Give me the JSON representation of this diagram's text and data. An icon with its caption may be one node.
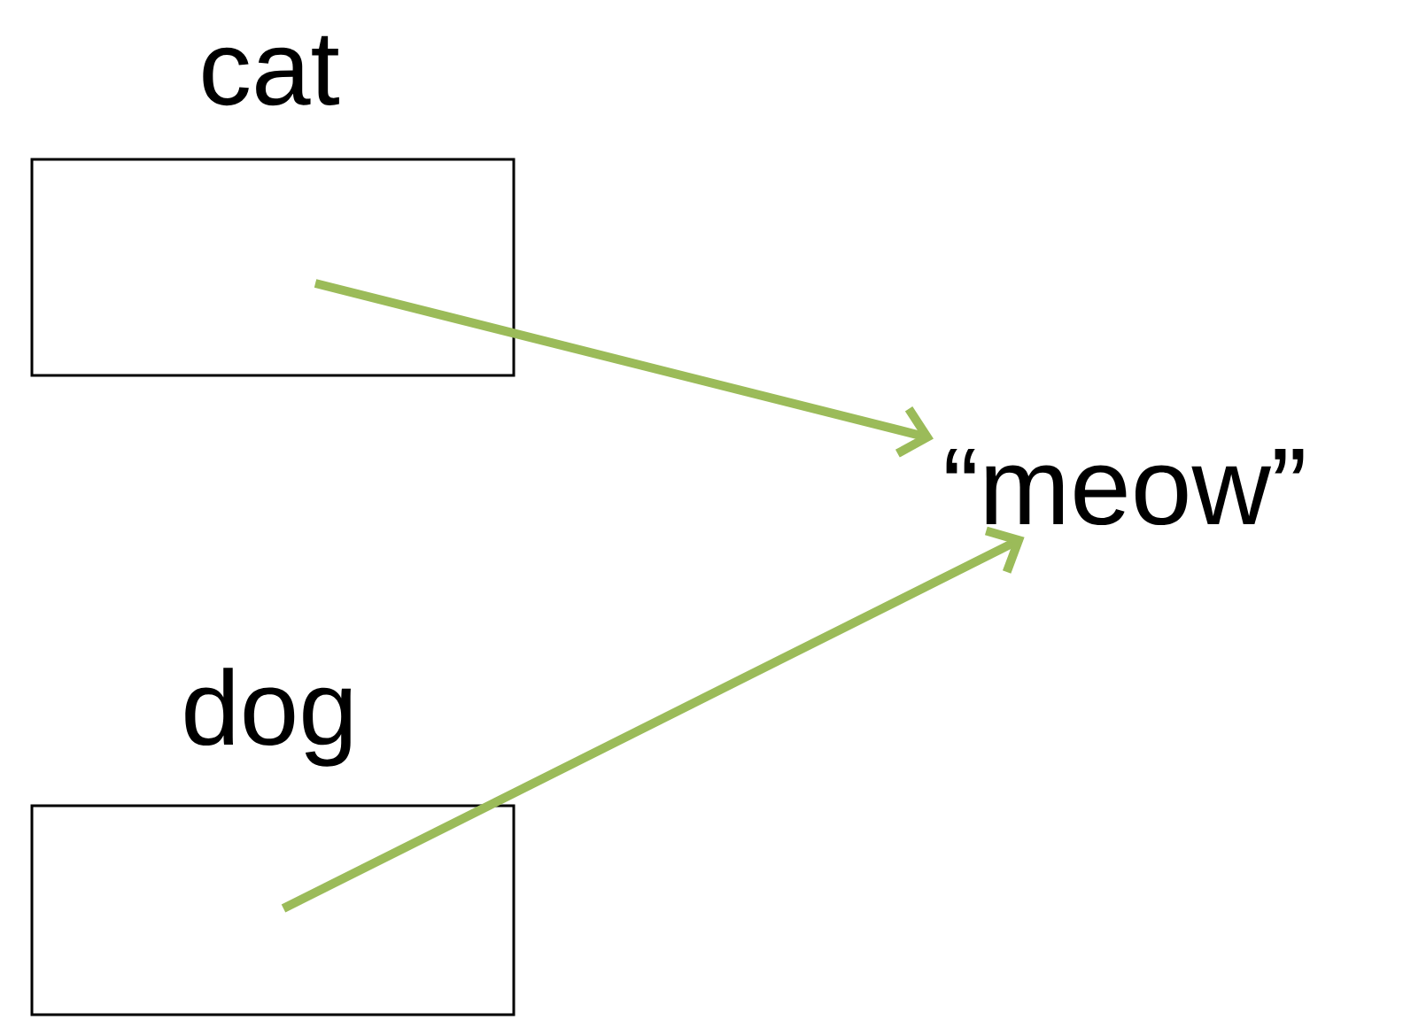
{
  "diagram": {
    "nodes": [
      {
        "text": [
          "cat"
        ]
      },
      {
        "text": [
          "dog"
        ]
      },
      {
        "text": [
          "“meow”"
        ]
      }
    ],
    "edges": [
      {
        "from": 0,
        "to": 2,
        "arrow": "to"
      },
      {
        "from": 1,
        "to": 2,
        "arrow": "to"
      }
    ]
  }
}
